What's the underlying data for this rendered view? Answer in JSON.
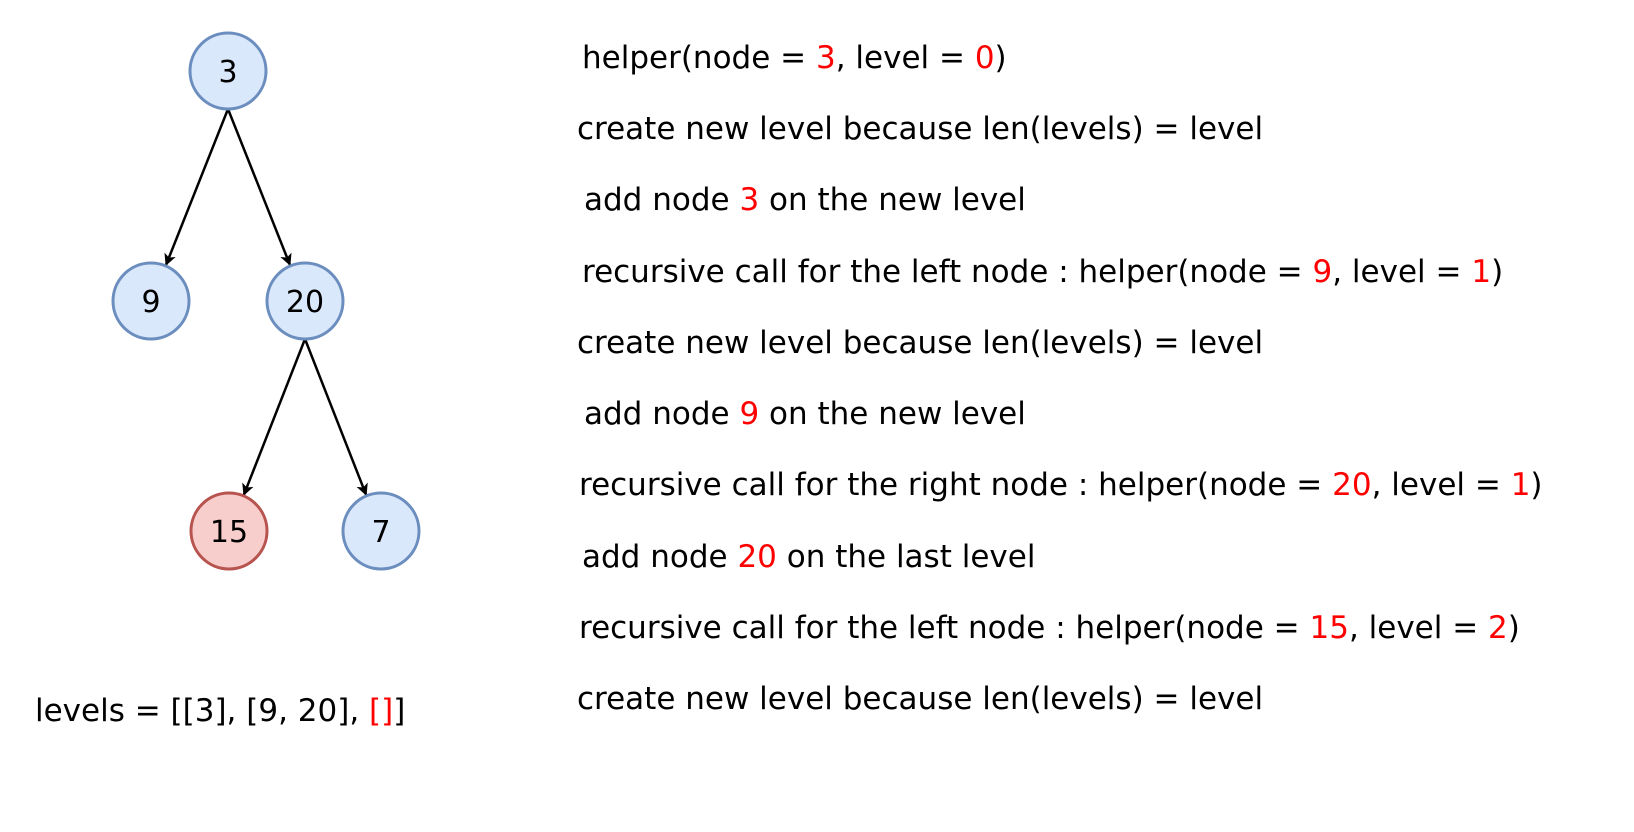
{
  "colors": {
    "node_fill_default": "#dae8fc",
    "node_stroke_default": "#6c8ebf",
    "node_fill_highlight": "#f8cecc",
    "node_stroke_highlight": "#b85450",
    "edge": "#000000",
    "highlight_text": "#ff0000"
  },
  "tree": {
    "nodes": [
      {
        "id": "3",
        "label": "3",
        "highlight": false
      },
      {
        "id": "9",
        "label": "9",
        "highlight": false
      },
      {
        "id": "20",
        "label": "20",
        "highlight": false
      },
      {
        "id": "15",
        "label": "15",
        "highlight": true
      },
      {
        "id": "7",
        "label": "7",
        "highlight": false
      }
    ],
    "edges": [
      {
        "from": "3",
        "to": "9"
      },
      {
        "from": "3",
        "to": "20"
      },
      {
        "from": "20",
        "to": "15"
      },
      {
        "from": "20",
        "to": "7"
      }
    ]
  },
  "levels": {
    "prefix": "levels = [[3], [9, 20], ",
    "highlight": "[]",
    "suffix": "]"
  },
  "steps": [
    [
      {
        "t": "helper(node = "
      },
      {
        "t": "3",
        "red": true
      },
      {
        "t": ", level = "
      },
      {
        "t": "0",
        "red": true
      },
      {
        "t": ")"
      }
    ],
    [
      {
        "t": "create new level because len(levels) = level"
      }
    ],
    [
      {
        "t": "add node "
      },
      {
        "t": "3",
        "red": true
      },
      {
        "t": " on the new level"
      }
    ],
    [
      {
        "t": "recursive call for the left node : helper(node = "
      },
      {
        "t": "9",
        "red": true
      },
      {
        "t": ", level = "
      },
      {
        "t": "1",
        "red": true
      },
      {
        "t": ")"
      }
    ],
    [
      {
        "t": "create new level because len(levels) = level"
      }
    ],
    [
      {
        "t": "add node "
      },
      {
        "t": "9",
        "red": true
      },
      {
        "t": " on the new level"
      }
    ],
    [
      {
        "t": "recursive call for the right node : helper(node = "
      },
      {
        "t": "20",
        "red": true
      },
      {
        "t": ", level = "
      },
      {
        "t": "1",
        "red": true
      },
      {
        "t": ")"
      }
    ],
    [
      {
        "t": "add node "
      },
      {
        "t": "20",
        "red": true
      },
      {
        "t": " on the last level"
      }
    ],
    [
      {
        "t": "recursive call for the left node : helper(node = "
      },
      {
        "t": "15",
        "red": true
      },
      {
        "t": ", level = "
      },
      {
        "t": "2",
        "red": true
      },
      {
        "t": ")"
      }
    ],
    [
      {
        "t": "create new level because len(levels) = level"
      }
    ]
  ]
}
